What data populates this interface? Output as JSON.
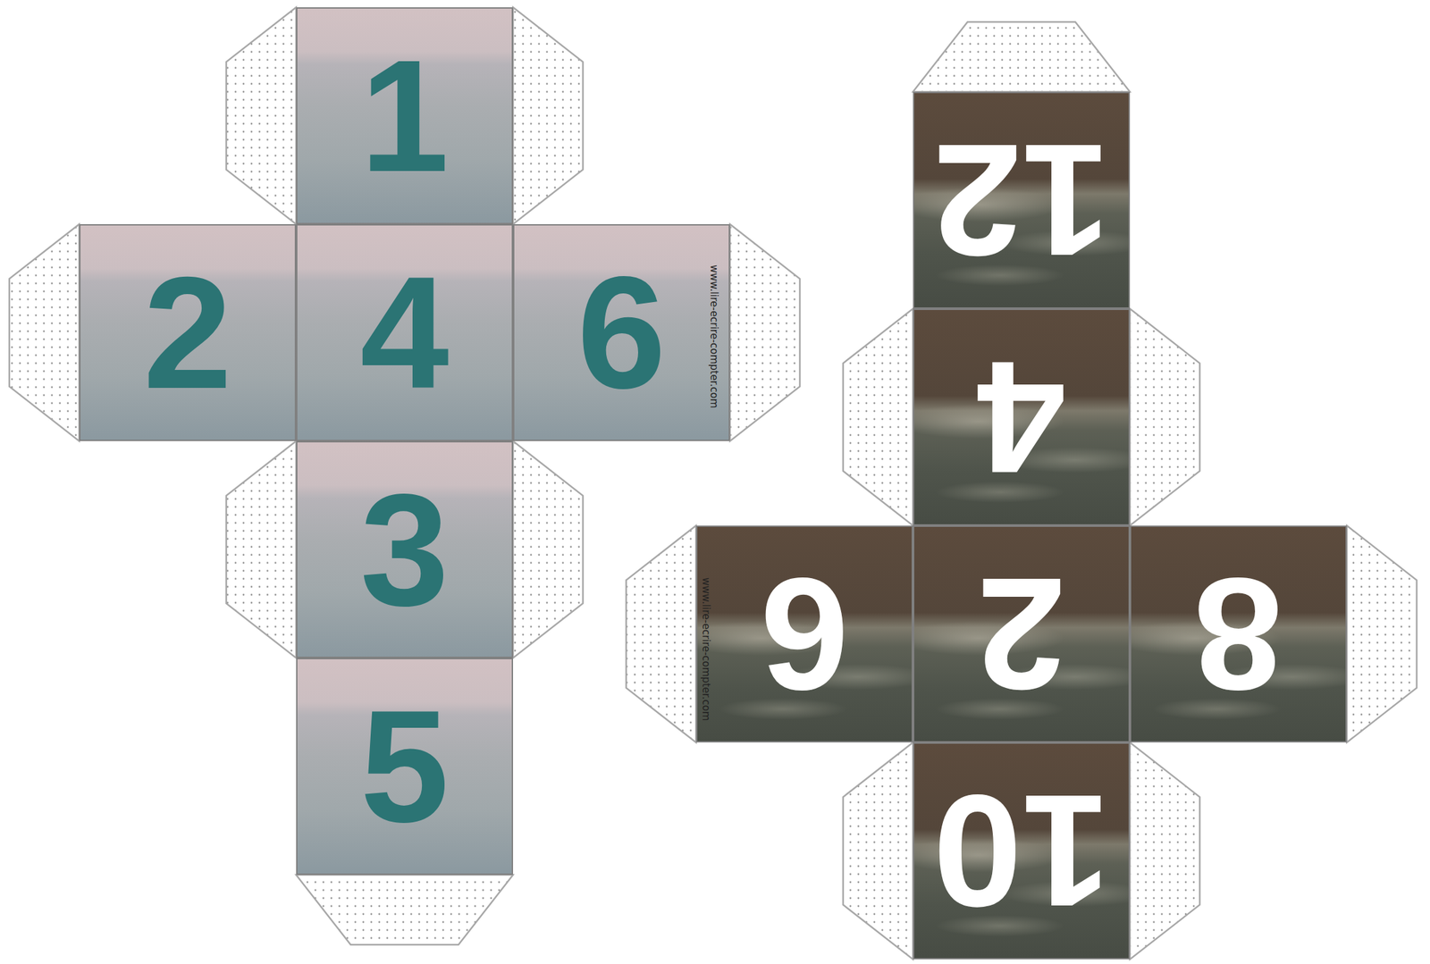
{
  "diagram": {
    "nodes": [
      {
        "text": [
          "1"
        ]
      },
      {
        "text": [
          "2"
        ]
      },
      {
        "text": [
          "4"
        ]
      },
      {
        "text": [
          "6"
        ]
      },
      {
        "text": [
          "3"
        ]
      },
      {
        "text": [
          "5"
        ]
      },
      {
        "text": [
          "12"
        ]
      },
      {
        "text": [
          "4"
        ]
      },
      {
        "text": [
          "6"
        ]
      },
      {
        "text": [
          "2"
        ]
      },
      {
        "text": [
          "8"
        ]
      },
      {
        "text": [
          "10"
        ]
      }
    ],
    "labels": [
      "www.lire-ecrire-compter.com",
      "www.lire-ecrire-compter.com"
    ]
  }
}
